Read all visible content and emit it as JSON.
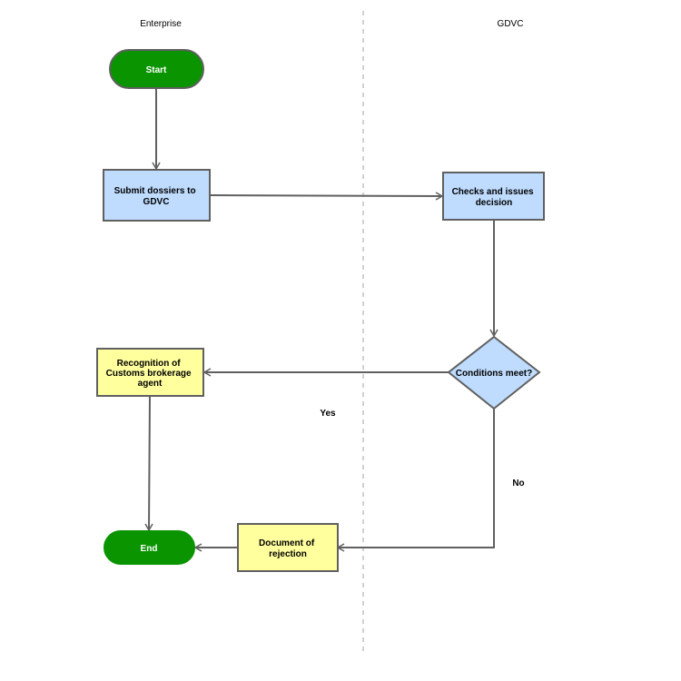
{
  "lanes": {
    "left": "Enterprise",
    "right": "GDVC"
  },
  "nodes": {
    "start": "Start",
    "submit": [
      "Submit dossiers to",
      "GDVC"
    ],
    "checks": [
      "Checks and issues",
      "decision"
    ],
    "conditions": "Conditions meet?",
    "recognition": [
      "Recognition of",
      "Customs brokerage",
      "agent"
    ],
    "rejection": [
      "Document of",
      "rejection"
    ],
    "end": "End"
  },
  "edges": {
    "yes_label": "Yes",
    "no_label": "No"
  },
  "colors": {
    "terminator_fill": "#0a9400",
    "process_fill": "#bfdcff",
    "outcome_fill": "#ffff9e",
    "edge_stroke": "#606060",
    "divider": "#c0c0c0"
  }
}
